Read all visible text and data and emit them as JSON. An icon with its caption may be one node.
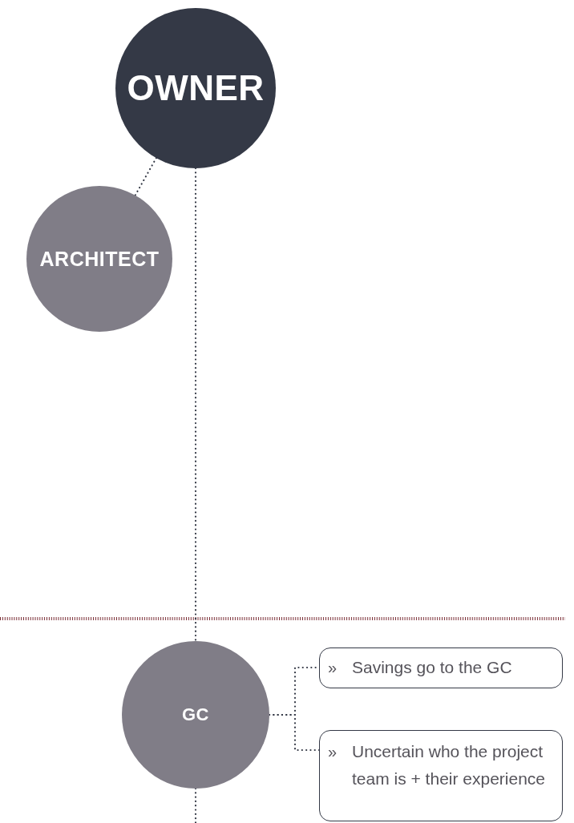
{
  "diagram": {
    "nodes": [
      {
        "text": [
          "OWNER"
        ]
      },
      {
        "text": [
          "ARCHITECT"
        ]
      },
      {
        "text": [
          "GC"
        ]
      },
      {
        "text": [
          "»",
          "Savings go to the GC"
        ]
      },
      {
        "text": [
          "»",
          "Uncertain who the project team is + their experience"
        ]
      }
    ],
    "edges": [
      {
        "from": 0,
        "to": 1,
        "arrow": "none",
        "style": "dashed"
      },
      {
        "from": 0,
        "to": 2,
        "arrow": "none",
        "style": "dashed"
      },
      {
        "from": 2,
        "to": 3,
        "arrow": "none",
        "style": "dashed"
      },
      {
        "from": 2,
        "to": 4,
        "arrow": "none",
        "style": "dashed"
      },
      {
        "from": 2,
        "to": null,
        "arrow": "none",
        "style": "dashed"
      }
    ]
  }
}
